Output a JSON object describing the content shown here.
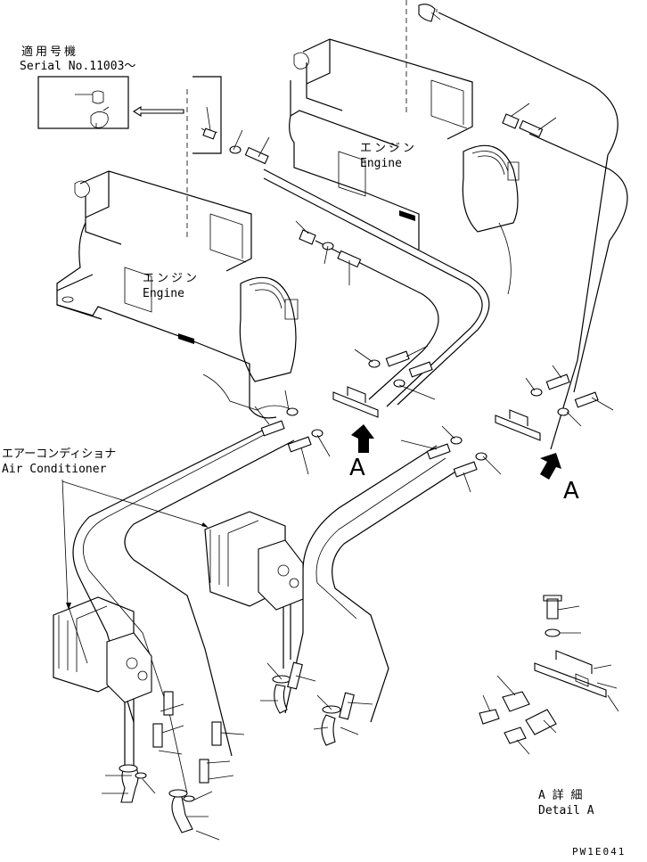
{
  "serial_box": {
    "applicable_jp": "適用号機",
    "serial_text": "Serial No.11003～"
  },
  "engine_upper": {
    "jp": "エンジン",
    "en": "Engine"
  },
  "engine_lower": {
    "jp": "エンジン",
    "en": "Engine"
  },
  "air_conditioner": {
    "jp": "エアーコンディショナ",
    "en": "Air Conditioner"
  },
  "view_arrows": {
    "left": "A",
    "right": "A"
  },
  "detail": {
    "jp": "A 詳 細",
    "en": "Detail A"
  },
  "drawing_code": "PW1E041"
}
